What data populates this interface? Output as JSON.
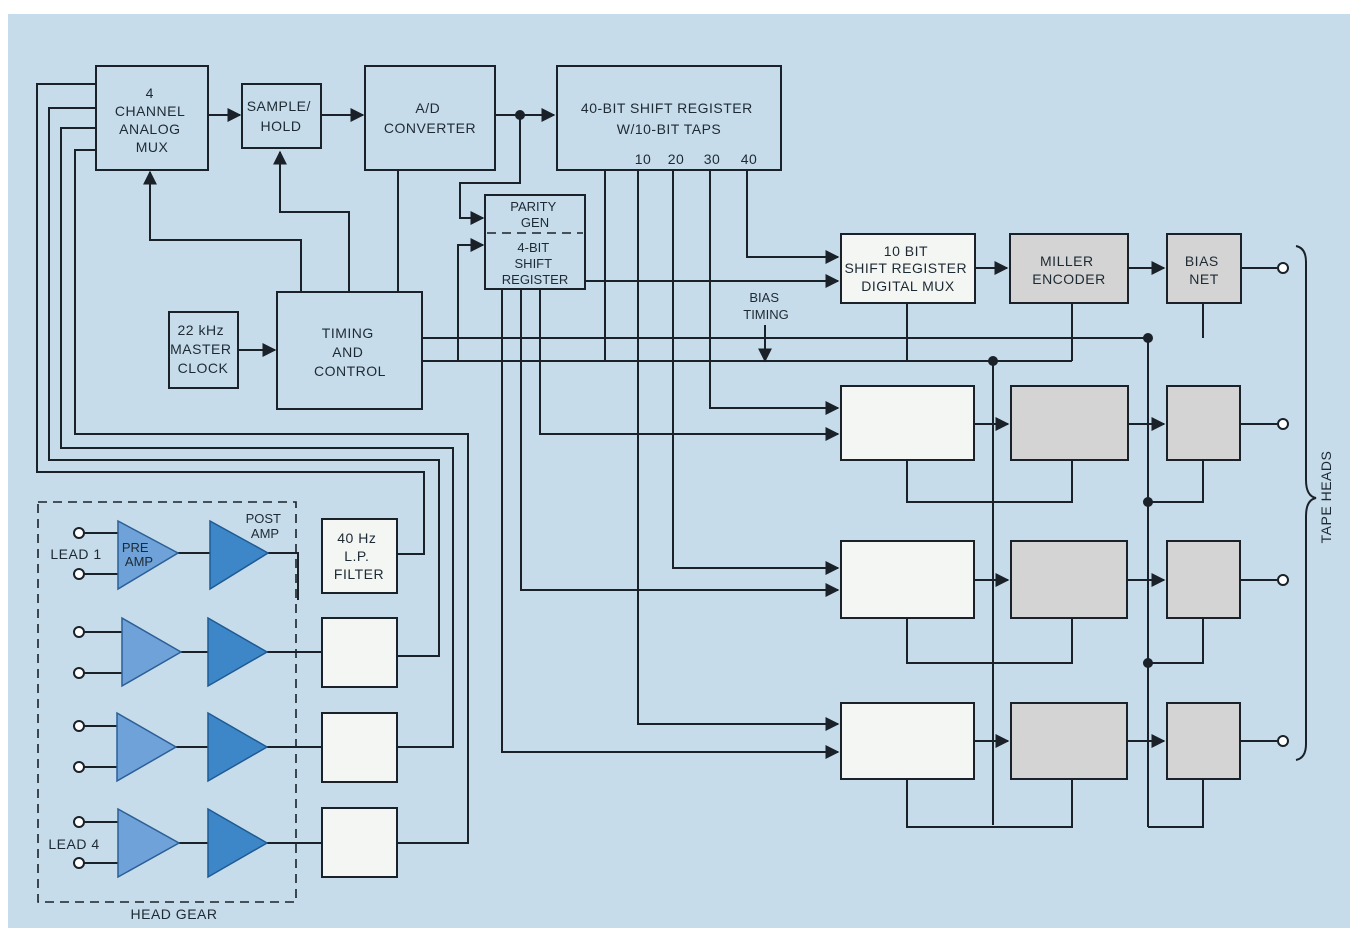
{
  "blocks": {
    "mux": [
      "4",
      "CHANNEL",
      "ANALOG",
      "MUX"
    ],
    "sample_hold": [
      "SAMPLE/",
      "HOLD"
    ],
    "adc": [
      "A/D",
      "CONVERTER"
    ],
    "shift40": [
      "40-BIT SHIFT REGISTER",
      "W/10-BIT TAPS"
    ],
    "taps": [
      "10",
      "20",
      "30",
      "40"
    ],
    "parity_gen": [
      "PARITY",
      "GEN"
    ],
    "shift4": [
      "4-BIT",
      "SHIFT",
      "REGISTER"
    ],
    "clock": [
      "22 kHz",
      "MASTER",
      "CLOCK"
    ],
    "timing": [
      "TIMING",
      "AND",
      "CONTROL"
    ],
    "bias_timing": [
      "BIAS",
      "TIMING"
    ],
    "shift10": [
      "10 BIT",
      "SHIFT REGISTER",
      "DIGITAL MUX"
    ],
    "miller": [
      "MILLER",
      "ENCODER"
    ],
    "bias_net": [
      "BIAS",
      "NET"
    ],
    "filter": [
      "40 Hz",
      "L.P.",
      "FILTER"
    ]
  },
  "labels": {
    "lead1": "LEAD 1",
    "lead4": "LEAD 4",
    "pre_amp": [
      "PRE",
      "AMP"
    ],
    "post_amp": [
      "POST",
      "AMP"
    ],
    "head_gear": "HEAD GEAR",
    "tape_heads": "TAPE HEADS"
  },
  "colors": {
    "background": "#c7dceb",
    "pre_amp": "#6ea2d8",
    "post_amp": "#3d87c9",
    "encoder_box": "#d4d4d4"
  }
}
